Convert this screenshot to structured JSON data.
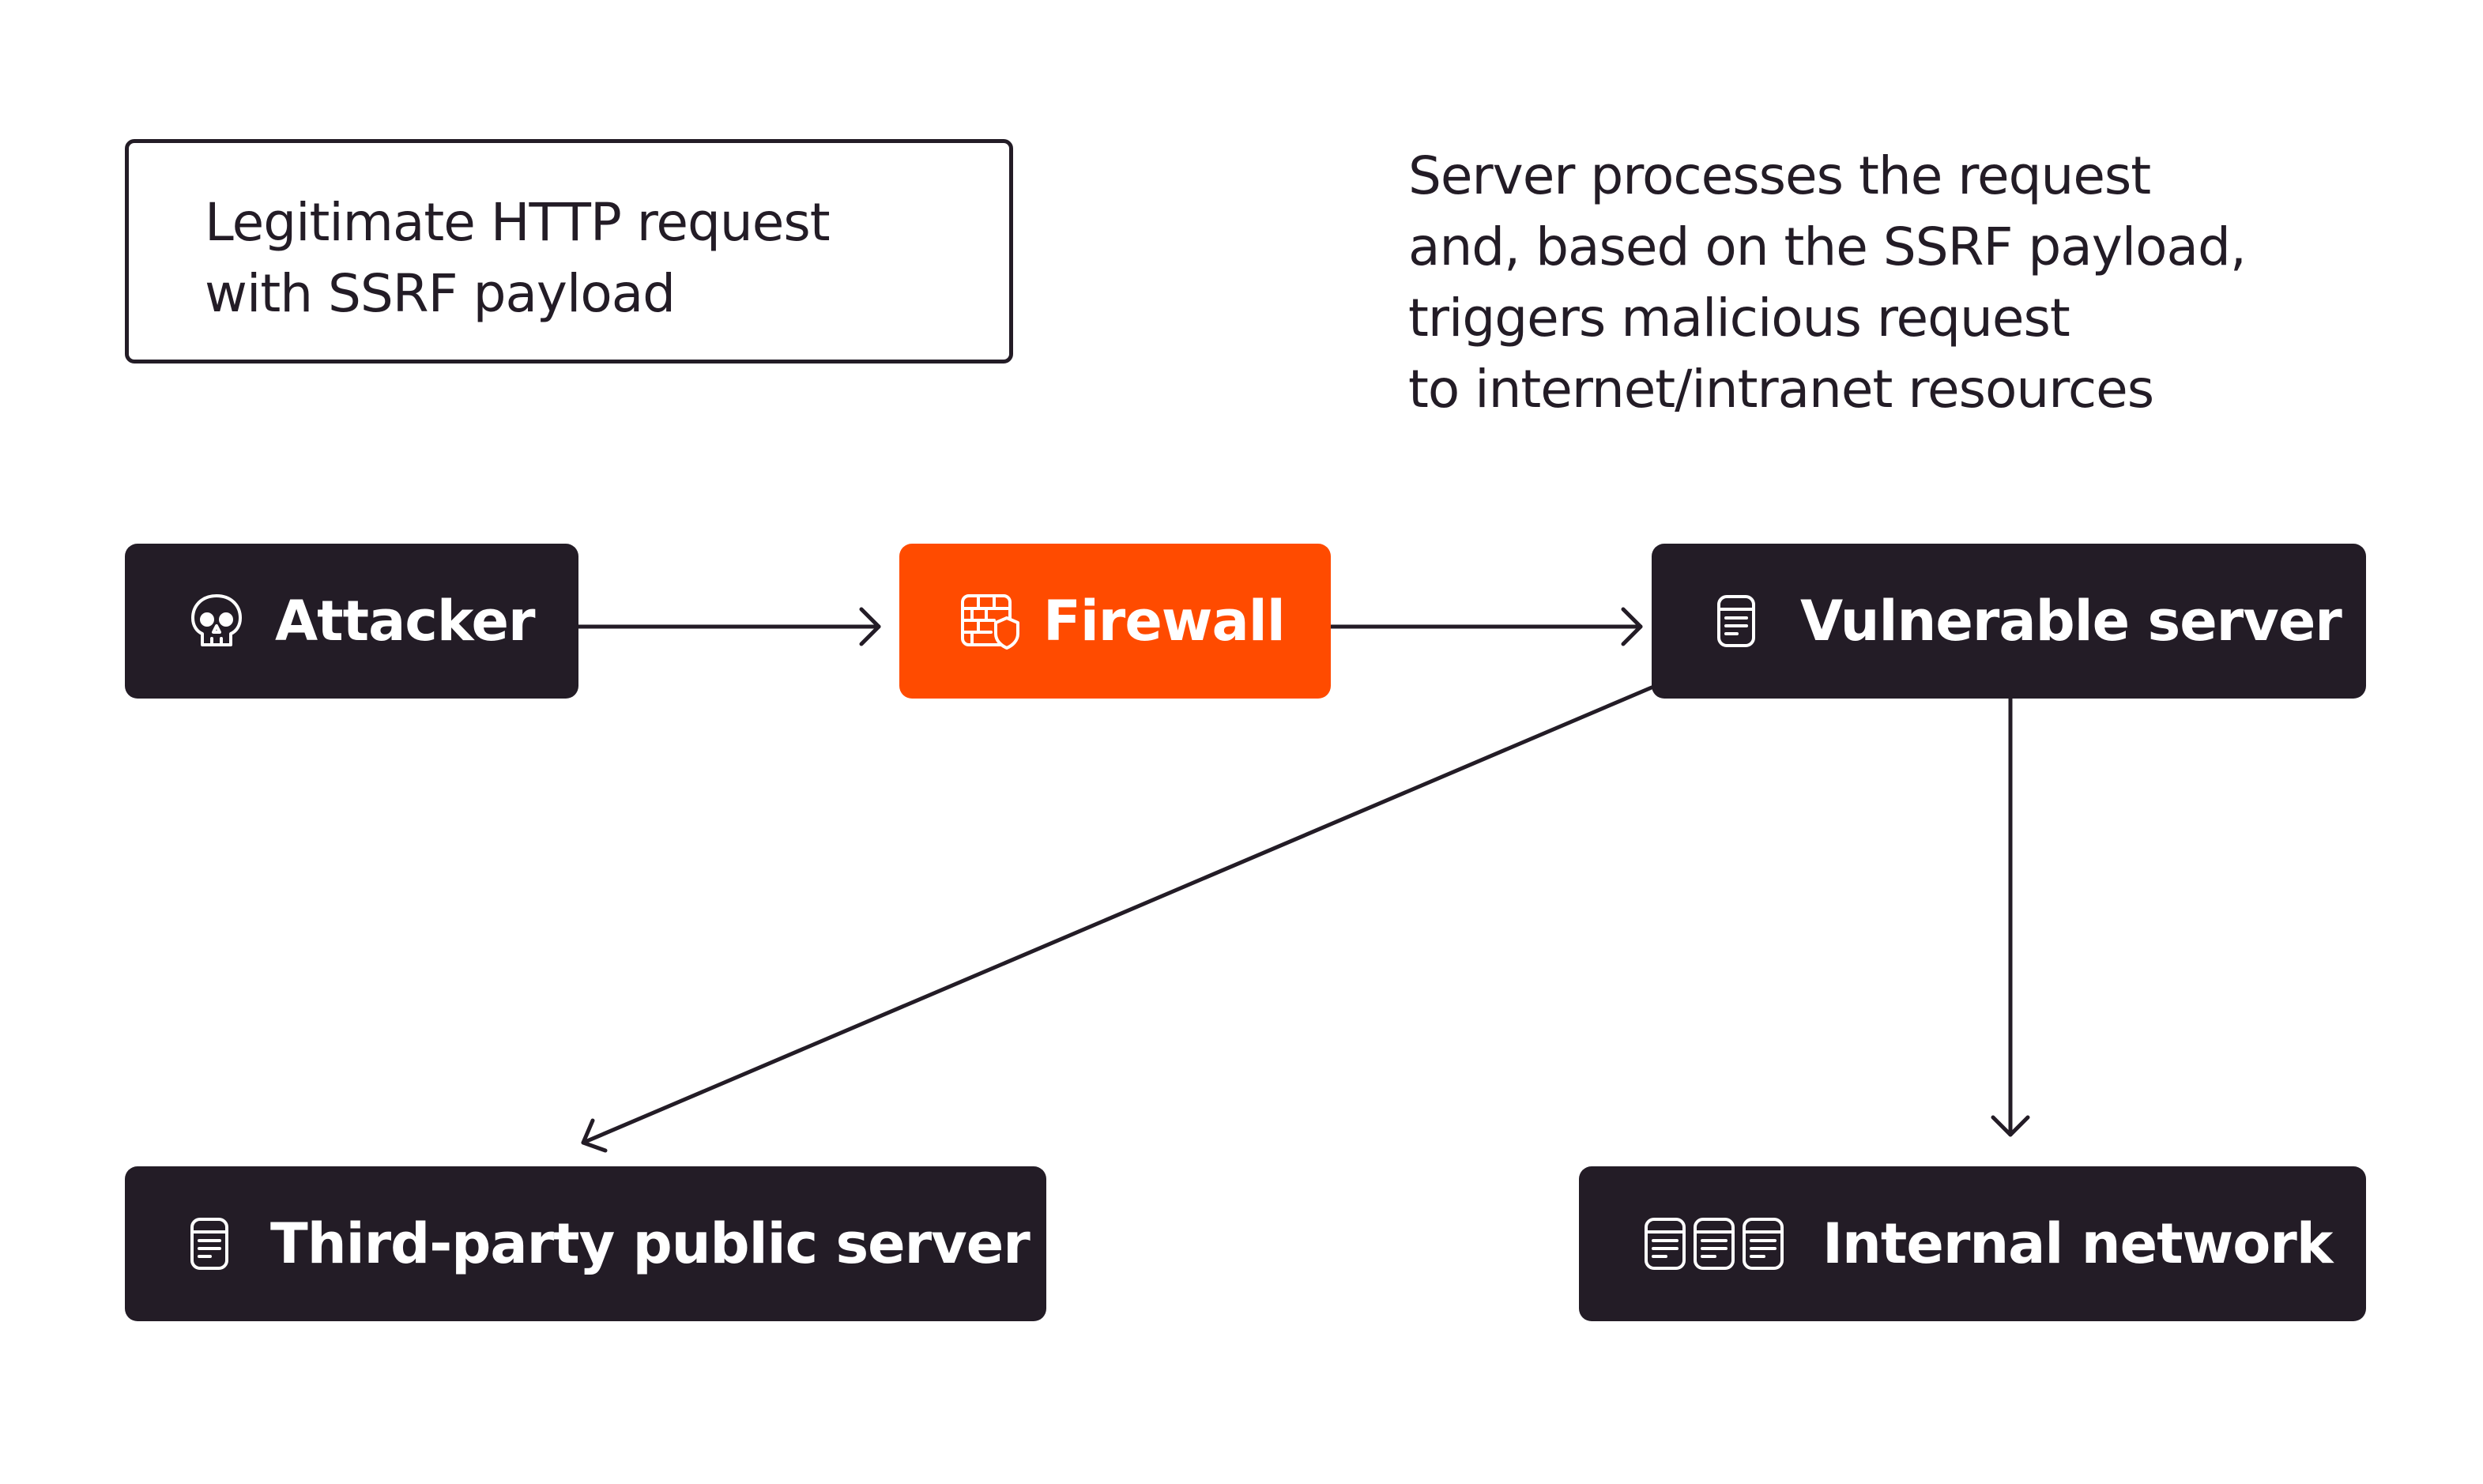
{
  "note": {
    "lines": [
      "Legitimate HTTP request",
      "with SSRF payload"
    ]
  },
  "caption": {
    "lines": [
      "Server processes the request",
      "and, based on the SSRF payload,",
      "triggers malicious request",
      "to internet/intranet resources"
    ]
  },
  "nodes": {
    "attacker": {
      "label": "Attacker",
      "icon": "skull-icon"
    },
    "firewall": {
      "label": "Firewall",
      "icon": "firewall-shield-icon"
    },
    "vulnerable": {
      "label": "Vulnerable server",
      "icon": "server-icon"
    },
    "thirdparty": {
      "label": "Third-party public server",
      "icon": "server-icon"
    },
    "internal": {
      "label": "Internal network",
      "icon": "server-cluster-icon"
    }
  },
  "edges": [
    {
      "from": "attacker",
      "to": "firewall"
    },
    {
      "from": "firewall",
      "to": "vulnerable"
    },
    {
      "from": "vulnerable",
      "to": "thirdparty"
    },
    {
      "from": "vulnerable",
      "to": "internal"
    }
  ],
  "colors": {
    "node": "#231c26",
    "accent": "#ff4b00",
    "text_on_node": "#ffffff",
    "line": "#231c26",
    "background": "#ffffff"
  }
}
